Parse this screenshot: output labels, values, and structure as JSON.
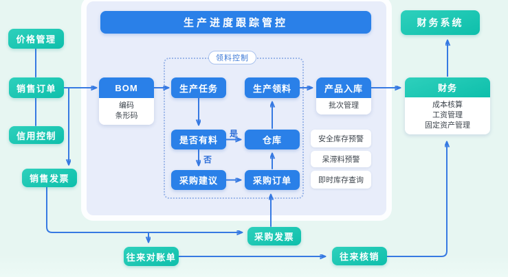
{
  "diagram": {
    "title": "生产进度跟踪管控",
    "group_label": "领料控制",
    "yes_label": "是",
    "no_label": "否"
  },
  "nodes": {
    "price_management": "价格管理",
    "sales_order": "销售订单",
    "credit_control": "信用控制",
    "sales_invoice": "销售发票",
    "bom": "BOM",
    "bom_sub": [
      "编码",
      "条形码"
    ],
    "production_task": "生产任务",
    "production_picking": "生产领料",
    "product_inbound": "产品入库",
    "product_inbound_sub": [
      "批次管理"
    ],
    "material_check": "是否有料",
    "warehouse": "仓库",
    "purchase_advice": "采购建议",
    "purchase_order": "采购订单",
    "inventory_tools": [
      "安全库存预警",
      "呆滞料预警",
      "即时库存查询"
    ],
    "finance_system": "财务系统",
    "finance": "财务",
    "finance_sub": [
      "成本核算",
      "工资管理",
      "固定资产管理"
    ],
    "reconciliation": "往来对账单",
    "purchase_invoice": "采购发票",
    "writeoff": "往来核销"
  },
  "colors": {
    "blue": "#2a80e8",
    "teal_a": "#2ed0bc",
    "teal_b": "#0ebfab",
    "panel_bg": "#e8edfa",
    "page_a": "#e7f6f2",
    "page_b": "#edfaf6",
    "line": "#3679e2",
    "line_light": "#cfdff6",
    "dash": "#9ab5e8",
    "ink": "#3e454d",
    "label_blue": "#3d79d6"
  }
}
